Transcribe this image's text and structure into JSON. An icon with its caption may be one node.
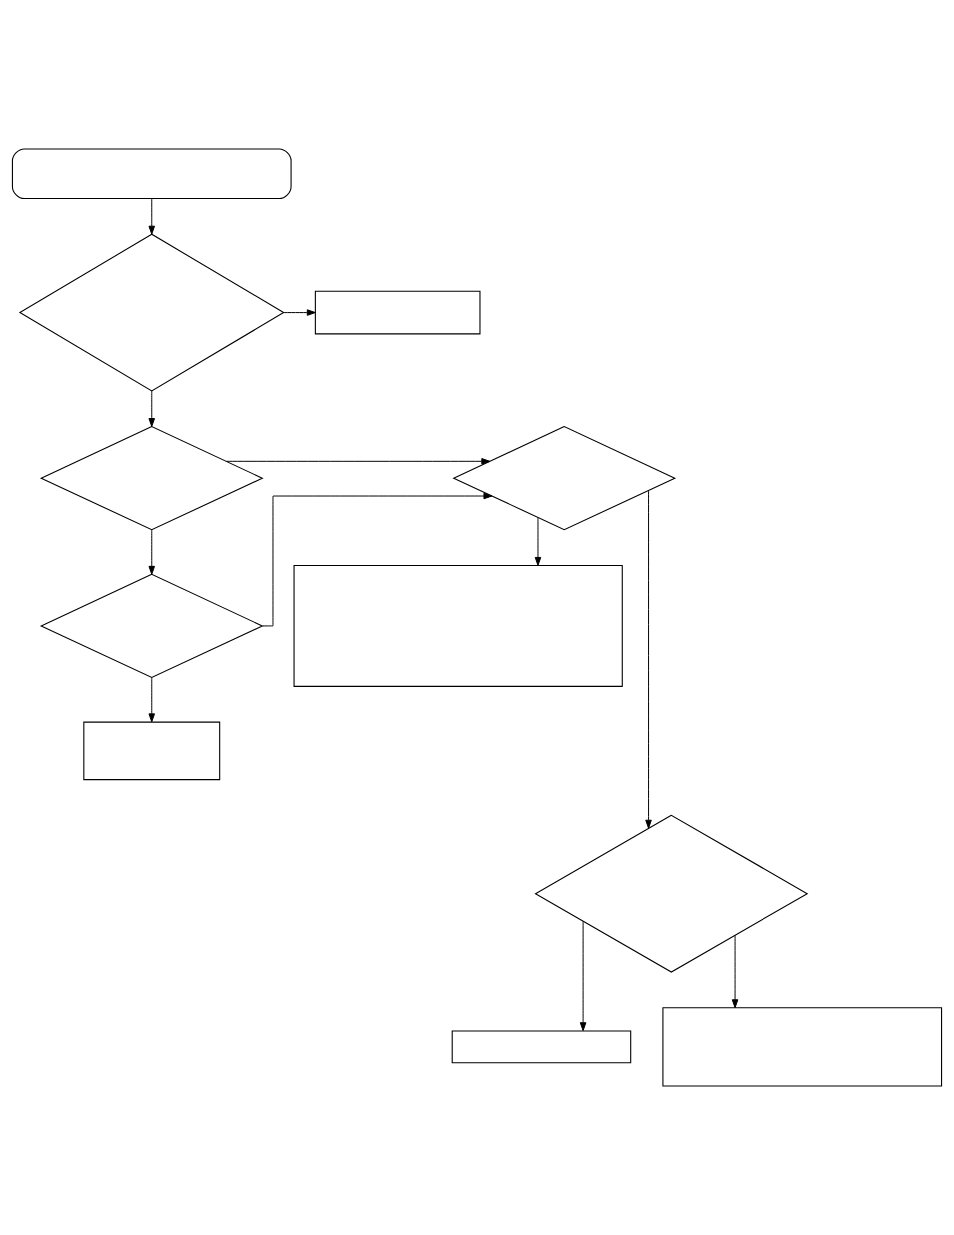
{
  "diagram": {
    "nodes": [
      {
        "text": [],
        "shape": "oval"
      },
      {
        "text": [],
        "shape": "diamond"
      },
      {
        "text": [],
        "shape": "box"
      },
      {
        "text": [],
        "shape": "diamond"
      },
      {
        "text": [],
        "shape": "diamond"
      },
      {
        "text": [],
        "shape": "diamond"
      },
      {
        "text": [],
        "shape": "box"
      },
      {
        "text": [],
        "shape": "box"
      },
      {
        "text": [],
        "shape": "diamond"
      },
      {
        "text": [],
        "shape": "box"
      },
      {
        "text": [],
        "shape": "box"
      }
    ],
    "edges": [
      {
        "from": 0,
        "to": 1,
        "arrow": "to"
      },
      {
        "from": 1,
        "to": 2,
        "arrow": "to"
      },
      {
        "from": 1,
        "to": 3,
        "arrow": "to"
      },
      {
        "from": 3,
        "to": 4,
        "arrow": "to"
      },
      {
        "from": 3,
        "to": 5,
        "arrow": "to"
      },
      {
        "from": 5,
        "to": 4,
        "arrow": "to"
      },
      {
        "from": 4,
        "to": 6,
        "arrow": "to"
      },
      {
        "from": 4,
        "to": 8,
        "arrow": "to"
      },
      {
        "from": 5,
        "to": 7,
        "arrow": "to"
      },
      {
        "from": 8,
        "to": 9,
        "arrow": "to"
      },
      {
        "from": 8,
        "to": 10,
        "arrow": "to"
      }
    ]
  }
}
